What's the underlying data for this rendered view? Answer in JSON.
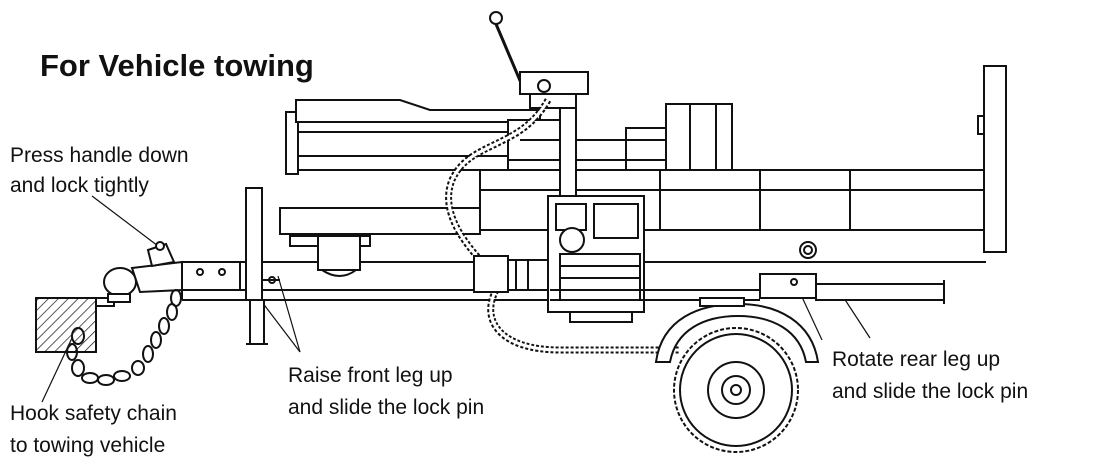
{
  "title": "For  Vehicle towing",
  "callouts": {
    "press_handle": [
      "Press handle down",
      "and lock tightly"
    ],
    "safety_chain": [
      "Hook safety chain",
      "to towing vehicle"
    ],
    "front_leg": [
      "Raise front leg up",
      "and slide the lock pin"
    ],
    "rear_leg": [
      "Rotate rear leg up",
      "and slide the lock pin"
    ]
  },
  "colors": {
    "line": "#111111",
    "background": "#ffffff",
    "hatch": "#111111"
  },
  "icons": [
    "hitch-coupler-icon",
    "safety-chain-icon",
    "wheel-icon",
    "engine-icon",
    "hydraulic-hose-icon",
    "control-lever-icon"
  ]
}
